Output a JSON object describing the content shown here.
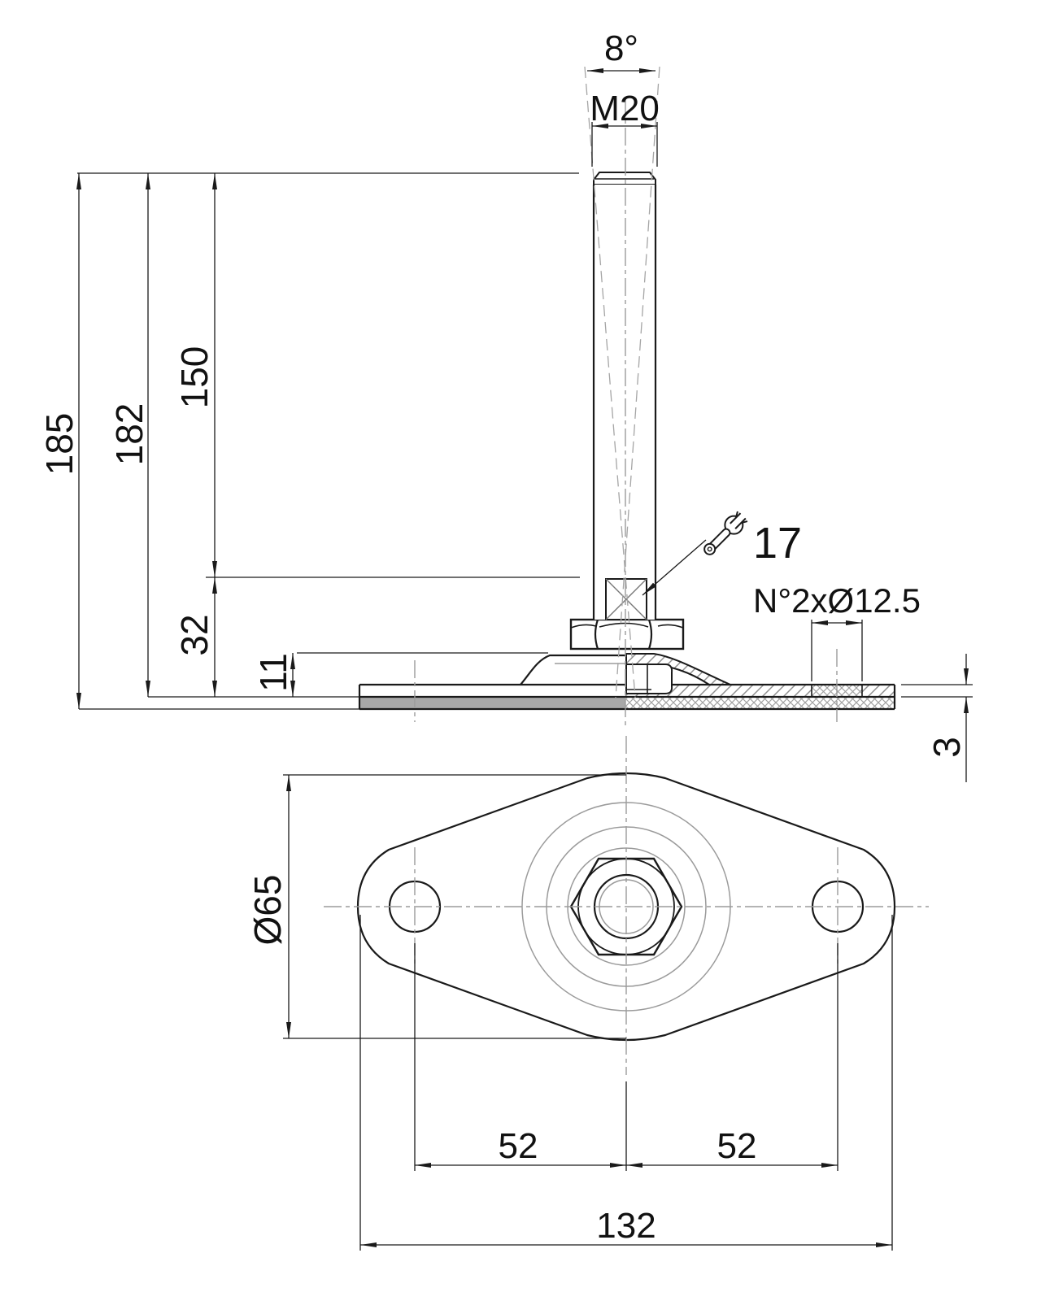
{
  "drawing": {
    "type": "technical-drawing",
    "subject": "Articulated levelling foot with diamond base plate, front elevation (right half sectioned) and bottom plan view",
    "colors": {
      "outline": "#1a1a1a",
      "dimension": "#1a1a1a",
      "centerline": "#9b9b9b",
      "hatch_metal": "#8f8f8f",
      "hatch_rubber": "#a3a3a3",
      "rubber_fill": "#a8a8a8",
      "background": "#ffffff"
    },
    "dimensions": {
      "swing_angle": "8°",
      "thread_size": "M20",
      "overall_height": "185",
      "height_to_pad": "182",
      "stud_length": "150",
      "base_height": "32",
      "flange_height": "11",
      "wrench_size": "17",
      "mounting_holes": "N°2xØ12.5",
      "plate_thickness": "3",
      "base_diameter": "Ø65",
      "hole_offset_left": "52",
      "hole_offset_right": "52",
      "overall_length": "132"
    },
    "labels": [
      {
        "id": "swing-angle",
        "text": "8°"
      },
      {
        "id": "thread-size",
        "text": "M20"
      },
      {
        "id": "overall-height",
        "text": "185"
      },
      {
        "id": "height-to-pad",
        "text": "182"
      },
      {
        "id": "stud-length",
        "text": "150"
      },
      {
        "id": "base-height",
        "text": "32"
      },
      {
        "id": "flange-height",
        "text": "11"
      },
      {
        "id": "wrench-size",
        "text": "17"
      },
      {
        "id": "mounting-holes",
        "text": "N°2xØ12.5"
      },
      {
        "id": "plate-thickness",
        "text": "3"
      },
      {
        "id": "base-diameter",
        "text": "Ø65"
      },
      {
        "id": "hole-offset-left",
        "text": "52"
      },
      {
        "id": "hole-offset-right",
        "text": "52"
      },
      {
        "id": "overall-length",
        "text": "132"
      }
    ]
  }
}
